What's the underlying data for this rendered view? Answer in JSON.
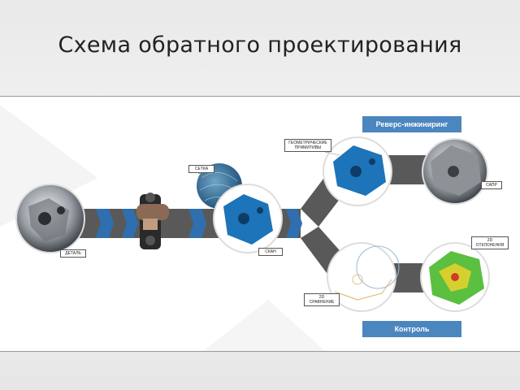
{
  "slide": {
    "title": "Схема обратного проектирования"
  },
  "diagram": {
    "tags": {
      "reverse": "Реверс-инжиниринг",
      "control": "Контроль"
    },
    "labels": {
      "part": "ДЕТАЛЬ",
      "mesh": "СЕТКА",
      "primitives": "ГЕОМЕТРИЧЕСКИЕ ПРИМИТИВЫ",
      "cad": "САПР",
      "scan": "СКАН",
      "compare2d": "2D СРАВНЕНИЕ",
      "deviations": "2D ОТКЛОНЕНИЯ"
    },
    "colors": {
      "accent": "#4b86bf",
      "arrow_gray": "#595959",
      "chevron_blue": "#2f6fb0",
      "part_blue": "#1d74b8"
    }
  }
}
